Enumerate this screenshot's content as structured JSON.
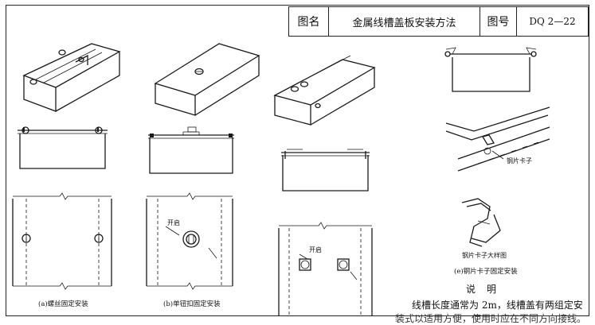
{
  "title_block": {
    "label_name": "图名",
    "drawing_title": "金属线槽盖板安装方法",
    "label_number": "图号",
    "drawing_number": "DQ 2—22"
  },
  "figures": {
    "a_caption": "(a)螺丝固定安装",
    "b_caption": "(b)单钮扣固定安装",
    "b_open_label": "开启",
    "c_open_label": "开启",
    "e_clip_label": "钢片卡子",
    "e_detail_label": "钢片卡子大样图",
    "e_caption": "(e)钢片卡子固定安装"
  },
  "notes": {
    "heading": "说明",
    "line1": "线槽长度通常为 2m，线槽盖有两组定安",
    "line2": "装式以适用方便，使用时应在不同方向接线。"
  }
}
